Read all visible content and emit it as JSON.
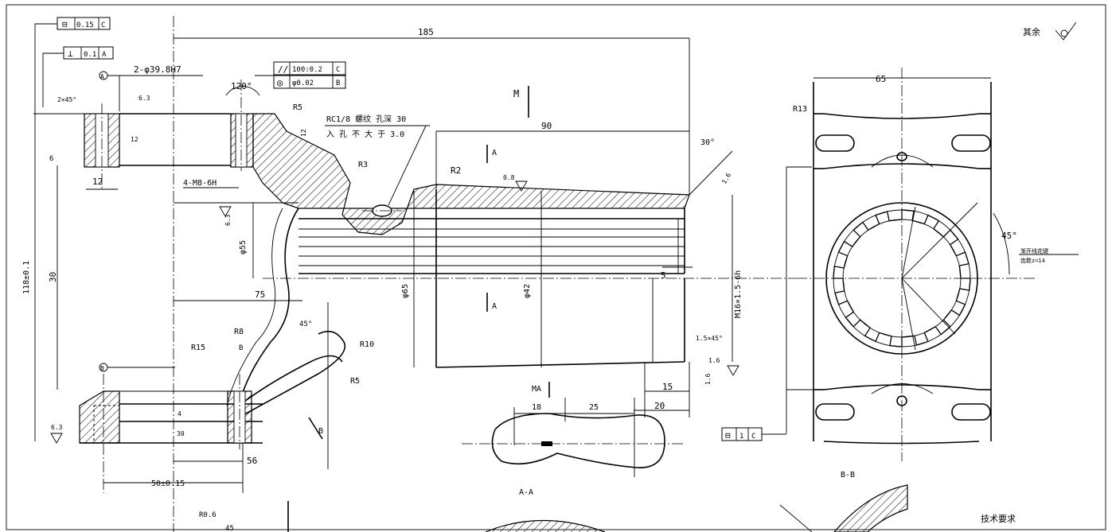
{
  "labels": {
    "surface_finish": "其余",
    "tol_flatness": "0.15",
    "tol_flatness_ref": "C",
    "tol_perp": "0.1",
    "tol_perp_ref": "A",
    "tol_parallel": "100:0.2",
    "tol_parallel_ref": "C",
    "tol_position": "φ0.02",
    "tol_position_ref": "B",
    "hole_spec": "2-φ39.8H7",
    "thread_spec": "4-M8-6H",
    "rc_note_line1": "RC1/8 螺纹 孔深 30",
    "rc_note_line2": "入 孔 不 大 于 3.0",
    "dim_185": "185",
    "dim_90": "90",
    "dim_12": "12",
    "dim_6": "6",
    "dim_30": "30",
    "dim_75": "75",
    "dim_55": "φ55",
    "dim_65": "φ65",
    "dim_42": "φ42",
    "dim_5": "5",
    "dim_15": "15",
    "dim_20": "20",
    "dim_18": "18",
    "dim_25": "25",
    "dim_56": "56",
    "dim_50": "50±0.15",
    "dim_118": "118±0.1",
    "dim_65_right": "65",
    "dim_120": "120°",
    "dim_30deg": "30°",
    "dim_45deg": "45°",
    "dim_45deg_right": "45°",
    "chamfer_2x45": "2×45°",
    "chamfer_15x45": "1.5×45°",
    "r5_top": "R5",
    "r3": "R3",
    "r2": "R2",
    "r8": "R8",
    "r15": "R15",
    "r10": "R10",
    "r5_bottom": "R5",
    "r13": "R13",
    "label_m": "M",
    "label_a_top": "A",
    "label_a_bottom": "A",
    "label_b_small": "B",
    "label_b_big": "B",
    "label_ma": "MA",
    "label_aa": "A-A",
    "label_bb": "B-B",
    "ref_a": "A",
    "ref_b": "B",
    "finish_63": "6.3",
    "finish_08": "0.8",
    "finish_16": "1.6",
    "m16_label": "M16×1.5-6h",
    "spline_note1": "渐开线花键",
    "spline_note2": "齿数z=14",
    "tol_bottom": "1",
    "tol_bottom_ref": "C",
    "tech_req": "技术要求",
    "dim_r0_6": "R0.6",
    "dim_45_small": "45"
  }
}
